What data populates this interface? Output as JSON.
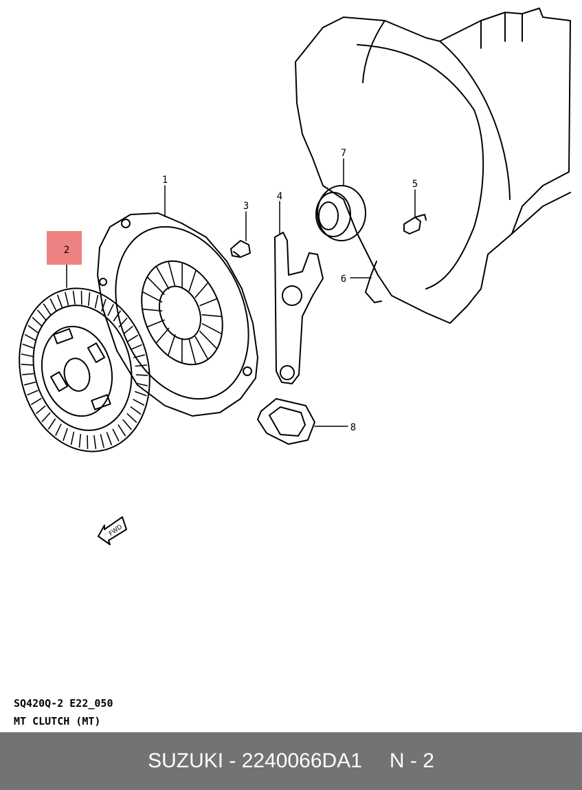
{
  "diagram": {
    "callouts": [
      {
        "id": "1",
        "label": "1"
      },
      {
        "id": "2",
        "label": "2"
      },
      {
        "id": "3",
        "label": "3"
      },
      {
        "id": "4",
        "label": "4"
      },
      {
        "id": "5",
        "label": "5"
      },
      {
        "id": "6",
        "label": "6"
      },
      {
        "id": "7",
        "label": "7"
      },
      {
        "id": "8",
        "label": "8"
      }
    ],
    "highlighted_callout": "2",
    "highlight_color": "#ee8181",
    "fwd_label": "FWD",
    "code_line": "SQ420Q-2 E22_050",
    "title_line": "MT CLUTCH (MT)"
  },
  "footer": {
    "brand_part": "SUZUKI - 2240066DA1",
    "position": "N - 2",
    "background": "#737373"
  }
}
